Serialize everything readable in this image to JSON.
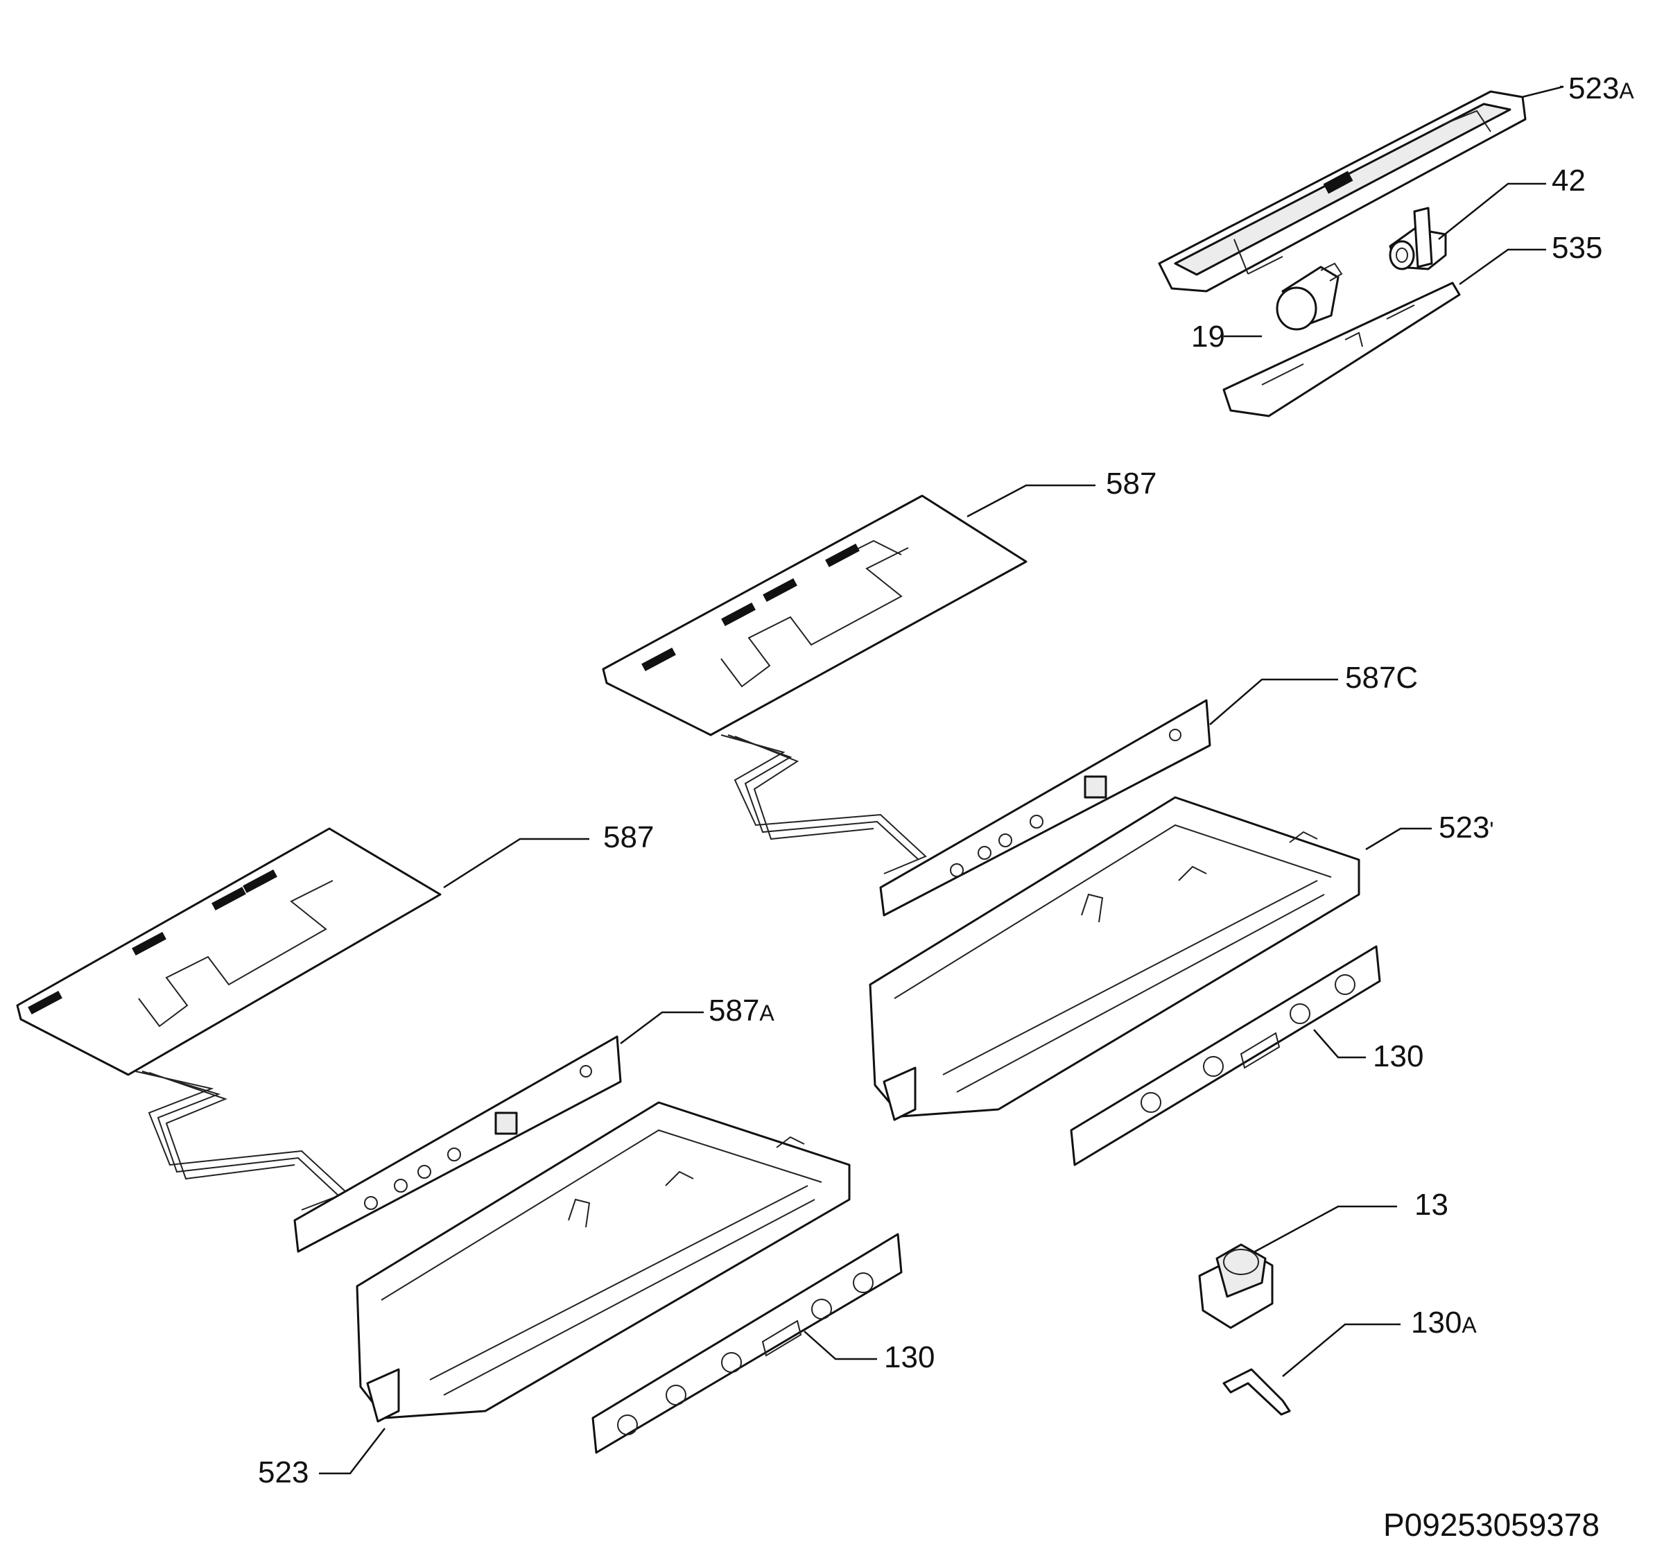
{
  "labels": {
    "p523A": {
      "num": "523",
      "suffix": "A"
    },
    "p42": {
      "num": "42"
    },
    "p535": {
      "num": "535"
    },
    "p19": {
      "num": "19"
    },
    "p587_top": {
      "num": "587"
    },
    "p587C": {
      "num": "587C"
    },
    "p523_right": {
      "num": "523",
      "suffix": "'"
    },
    "p587_left": {
      "num": "587"
    },
    "p587A": {
      "num": "587",
      "suffix": "A"
    },
    "p130_right": {
      "num": "130"
    },
    "p13": {
      "num": "13"
    },
    "p130A": {
      "num": "130",
      "suffix": "A"
    },
    "p130_left": {
      "num": "130"
    },
    "p523_left": {
      "num": "523"
    }
  },
  "document_id": "P09253059378"
}
